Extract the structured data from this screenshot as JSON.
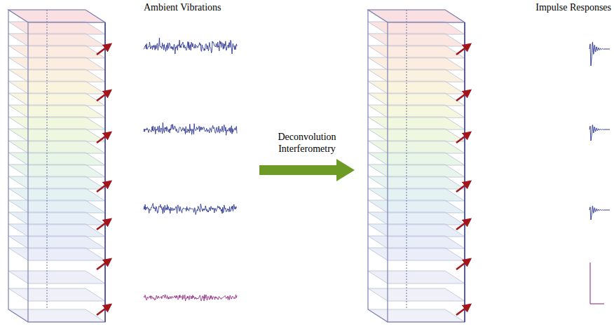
{
  "diagram": {
    "labels": [
      "Ambient Vibrations",
      "Deconvolution Interferometry",
      "Impulse Responses"
    ]
  }
}
